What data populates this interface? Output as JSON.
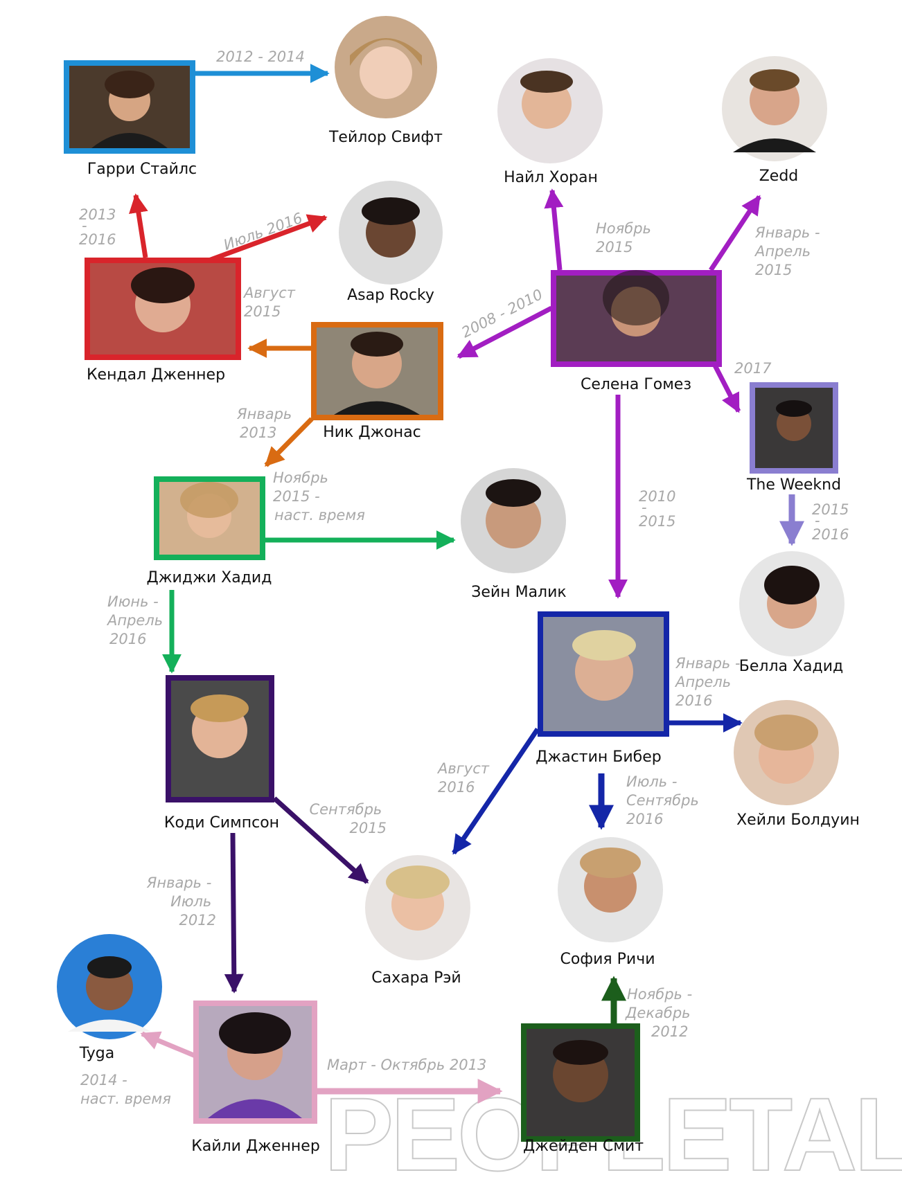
{
  "watermark": "PEOPLETALK",
  "colors": {
    "blue_light": "#1e8fd6",
    "red": "#d9242b",
    "orange": "#d96b12",
    "green": "#14b05a",
    "purple": "#a21ec2",
    "lavender": "#8a7ed0",
    "navy": "#1426a8",
    "dark_purple": "#3a1168",
    "pink": "#e2a2c2",
    "dark_green": "#1c5e1c"
  },
  "people": {
    "harry": "Гарри Стайлс",
    "taylor": "Тейлор Свифт",
    "niall": "Найл Хоран",
    "zedd": "Zedd",
    "kendall": "Кендал Дженнер",
    "asap": "Asap Rocky",
    "selena": "Селена Гомез",
    "nick": "Ник Джонас",
    "weeknd": "The Weeknd",
    "gigi": "Джиджи Хадид",
    "zayn": "Зейн Малик",
    "bella": "Белла Хадид",
    "justin": "Джастин Бибер",
    "cody": "Коди Симпсон",
    "hailey": "Хейли Болдуин",
    "sahara": "Сахара Рэй",
    "sofia": "София Ричи",
    "tyga": "Tyga",
    "kylie": "Кайли Дженнер",
    "jaden": "Джейден Смит"
  },
  "dates": {
    "harry_taylor": "2012 - 2014",
    "kendall_harry": [
      "2013",
      "-",
      "2016"
    ],
    "kendall_asap": "Июль 2016",
    "nick_kendall": [
      "Август",
      "2015"
    ],
    "selena_niall": [
      "Ноябрь",
      "2015"
    ],
    "selena_zedd": [
      "Январь -",
      "Апрель",
      "2015"
    ],
    "selena_nick": "2008 - 2010",
    "selena_weeknd": "2017",
    "nick_gigi": [
      "Январь",
      "2013"
    ],
    "gigi_zayn": [
      "Ноябрь",
      "2015 -",
      "наст. время"
    ],
    "selena_justin": [
      "2010",
      "-",
      "2015"
    ],
    "weeknd_bella": [
      "2015",
      "-",
      "2016"
    ],
    "gigi_cody": [
      "Июнь -",
      "Апрель",
      "2016"
    ],
    "justin_hailey": [
      "Январь -",
      "Апрель",
      "2016"
    ],
    "justin_sahara": [
      "Август",
      "2016"
    ],
    "justin_sofia": [
      "Июль -",
      "Сентябрь",
      "2016"
    ],
    "cody_sahara": [
      "Сентябрь",
      "2015"
    ],
    "cody_kylie": [
      "Январь -",
      "Июль",
      "2012"
    ],
    "jaden_sofia": [
      "Ноябрь -",
      "Декабрь",
      "2012"
    ],
    "kylie_tyga": [
      "2014 -",
      "наст. время"
    ],
    "kylie_jaden": "Март - Октябрь 2013"
  }
}
